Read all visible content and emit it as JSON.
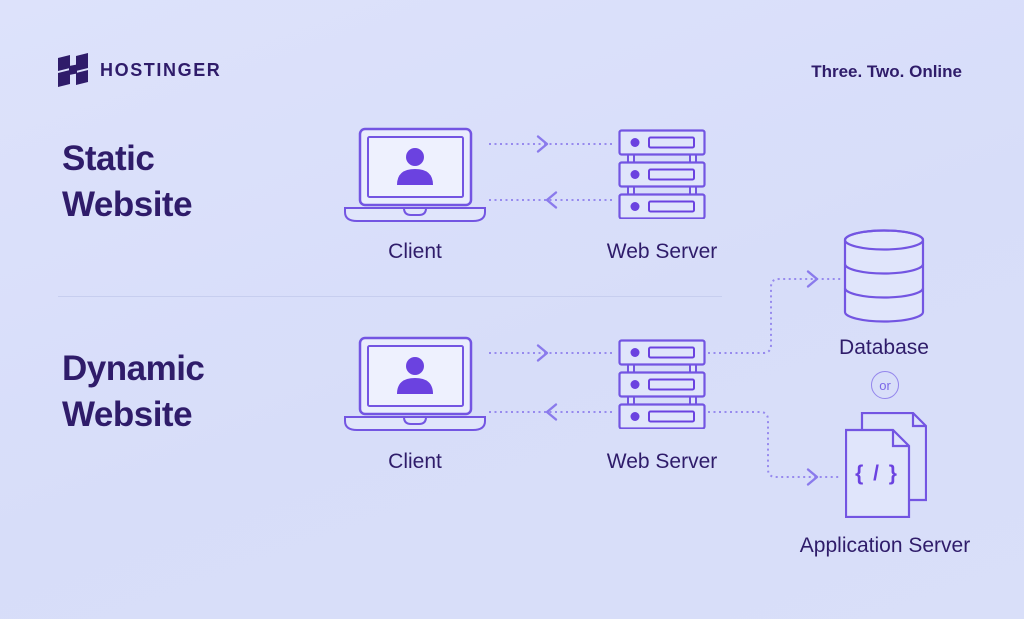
{
  "header": {
    "brand": "HOSTINGER",
    "tagline": "Three. Two. Online"
  },
  "static_section": {
    "title_line1": "Static",
    "title_line2": "Website",
    "client_label": "Client",
    "server_label": "Web Server"
  },
  "dynamic_section": {
    "title_line1": "Dynamic",
    "title_line2": "Website",
    "client_label": "Client",
    "server_label": "Web Server"
  },
  "backend": {
    "database_label": "Database",
    "or_label": "or",
    "app_server_label": "Application Server",
    "code_glyph": "{ / }"
  },
  "colors": {
    "background": "#D8DEF9",
    "ink": "#2F1C6A",
    "icon_outline": "#7355E2",
    "icon_accent": "#6B42E0",
    "dotted_line": "#978AEE"
  }
}
